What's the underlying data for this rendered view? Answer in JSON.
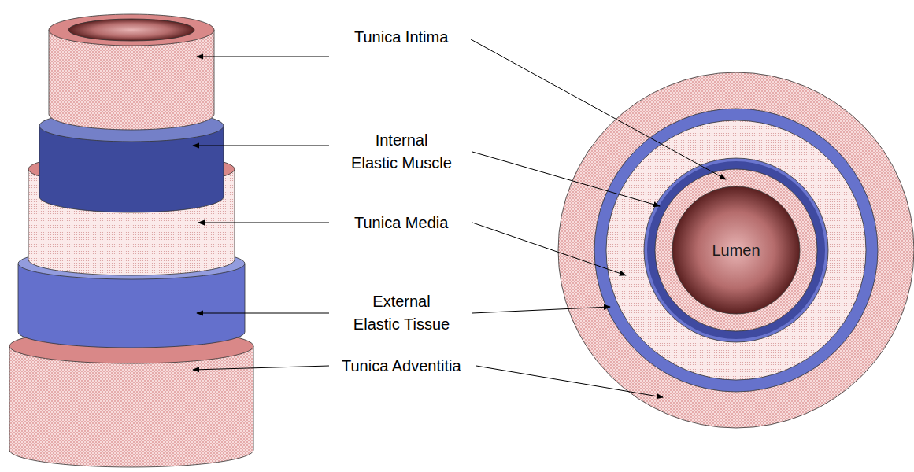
{
  "diagram": {
    "nodes": [
      {
        "text": [
          "Lumen"
        ]
      }
    ],
    "labels": [
      "Tunica Intima",
      "Internal Elastic Muscle",
      "Tunica Media",
      "External Elastic Tissue",
      "Tunica Adventitia"
    ]
  }
}
